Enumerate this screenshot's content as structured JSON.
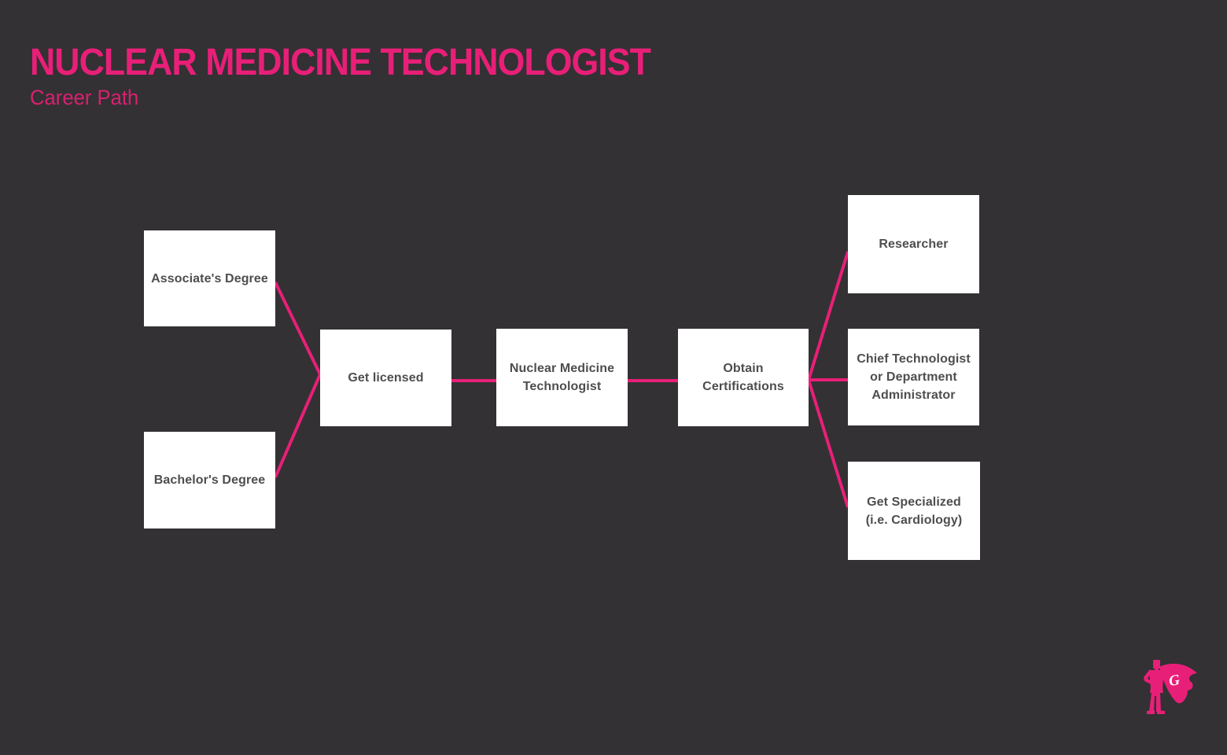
{
  "theme": {
    "background": "#333133",
    "accent": "#E81F78",
    "node_background": "#FFFFFF",
    "node_text": "#4E4E50",
    "logo_letter_color": "#FFFFFF"
  },
  "header": {
    "title": "NUCLEAR MEDICINE TECHNOLOGIST",
    "subtitle": "Career Path"
  },
  "nodes": [
    {
      "id": "associates-degree",
      "label": "Associate's Degree"
    },
    {
      "id": "bachelors-degree",
      "label": "Bachelor's Degree"
    },
    {
      "id": "get-licensed",
      "label": "Get licensed"
    },
    {
      "id": "nuclear-medicine-technologist",
      "label": [
        "Nuclear Medicine",
        "Technologist"
      ]
    },
    {
      "id": "obtain-certifications",
      "label": [
        "Obtain",
        "Certifications"
      ]
    },
    {
      "id": "researcher",
      "label": "Researcher"
    },
    {
      "id": "chief-technologist",
      "label": [
        "Chief Technologist",
        "or Department",
        "Administrator"
      ]
    },
    {
      "id": "get-specialized",
      "label": [
        "Get Specialized",
        "(i.e. Cardiology)"
      ]
    }
  ],
  "logo": {
    "letter": "G"
  }
}
